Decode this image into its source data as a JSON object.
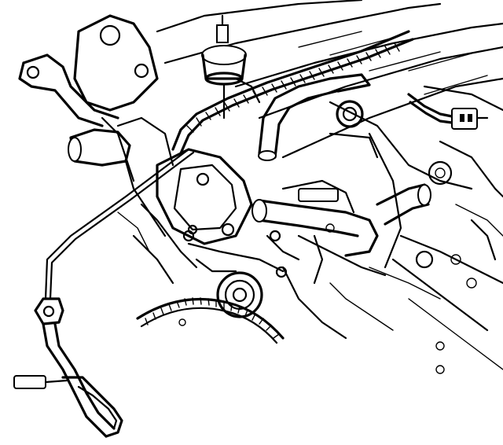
{
  "diagram": {
    "kind": "line-art illustration",
    "subject": "",
    "colors": {
      "ink": "#000000",
      "paper": "#ffffff"
    },
    "parts": [
      {
        "id": "vacuum-module",
        "label": ""
      },
      {
        "id": "wiring-harness",
        "label": ""
      },
      {
        "id": "heater-hose",
        "label": ""
      },
      {
        "id": "bypass-tube",
        "label": ""
      },
      {
        "id": "water-pump-housing",
        "label": ""
      },
      {
        "id": "engine-bracket",
        "label": ""
      },
      {
        "id": "crank-pulley",
        "label": ""
      },
      {
        "id": "flywheel-ring-gear",
        "label": ""
      },
      {
        "id": "dipstick-tube",
        "label": ""
      },
      {
        "id": "electrical-connector",
        "label": ""
      },
      {
        "id": "intake-manifold",
        "label": ""
      }
    ]
  }
}
